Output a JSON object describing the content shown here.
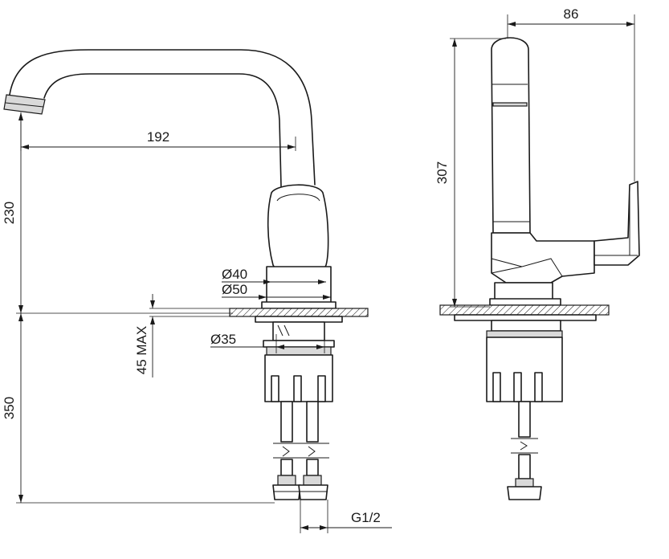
{
  "front_view": {
    "dimensions": {
      "spout_reach": "192",
      "spout_height": "230",
      "under_counter_length": "350",
      "max_counter_thickness": "45 MAX",
      "base_diameter_top": "Ø40",
      "base_diameter_bottom": "Ø50",
      "mounting_hole": "Ø35",
      "connection_thread": "G1/2"
    }
  },
  "side_view": {
    "dimensions": {
      "total_depth": "86",
      "total_height": "307"
    }
  },
  "colors": {
    "line": "#1a1a1a",
    "background": "#ffffff",
    "shading": "#d9d9d9"
  }
}
